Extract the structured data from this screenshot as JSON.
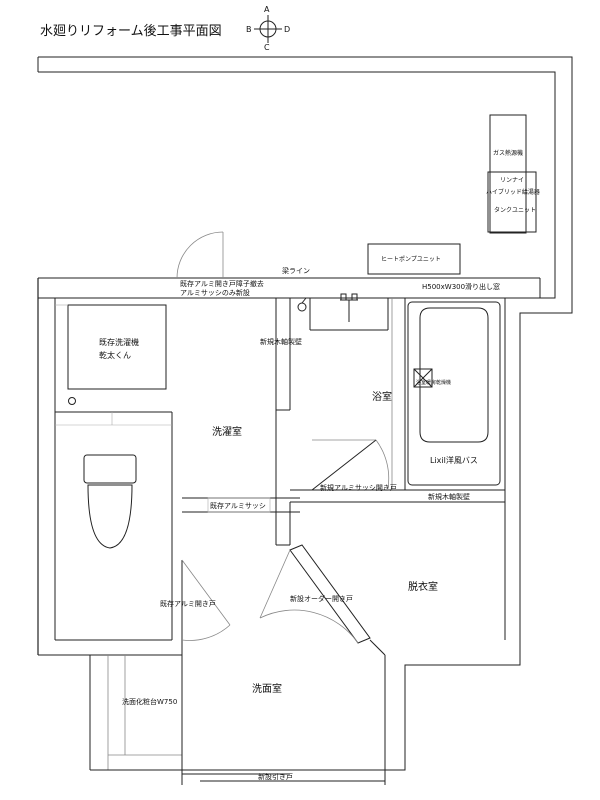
{
  "title": "水廻りリフォーム後工事平面図",
  "compass": {
    "north": "A",
    "south": "C",
    "west": "B",
    "east": "D"
  },
  "equipment": {
    "gas_heater": "ガス熱源機",
    "rinnai_line1": "リンナイ",
    "rinnai_line2": "ハイブリッド給湯器",
    "tank_unit": "タンクユニット",
    "heat_pump": "ヒートポンプユニット"
  },
  "labels": {
    "beam_line": "梁ライン",
    "door_alu_top": "既存アルミ開き戸障子撤去",
    "alu_sash_new": "アルミサッシのみ新設",
    "window_note": "H500xW300滑り出し窓",
    "washer_1": "既存洗濯機",
    "washer_2": "乾太くん",
    "new_wall_1": "新規木軸製壁",
    "bathroom": "浴室",
    "dryer": "浴室暖房乾燥機",
    "tub": "Lixil洋風バス",
    "laundry_room": "洗濯室",
    "new_alu_door": "新規アルミサッシ開き戸",
    "new_wall_2": "新規木軸製壁",
    "existing_sash": "既存アルミサッシ",
    "dressing_room": "脱衣室",
    "order_door": "新設オーダー開き戸",
    "existing_alu_door": "既存アルミ開き戸",
    "washroom": "洗面室",
    "vanity": "洗面化粧台W750",
    "sliding_door": "新設引き戸"
  }
}
